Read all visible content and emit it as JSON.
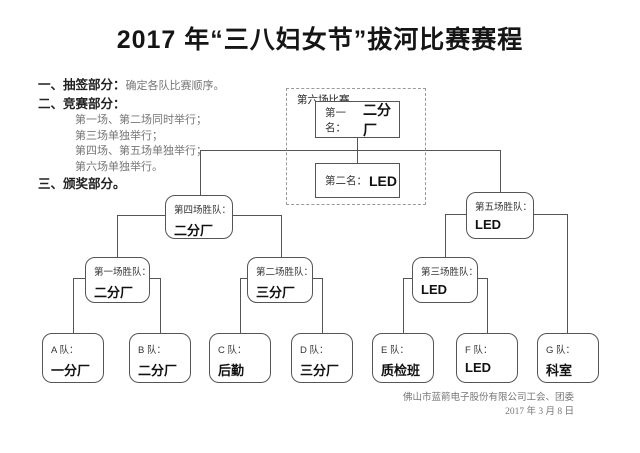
{
  "title": "2017 年“三八妇女节”拔河比赛赛程",
  "notes": {
    "item1_head": "一、抽签部分：",
    "item1_desc": "确定各队比赛顺序。",
    "item2_head": "二、竞赛部分：",
    "item2_lines": [
      "第一场、第二场同时举行；",
      "第三场单独举行；",
      "第四场、第五场单独举行；",
      "第六场单独举行。"
    ],
    "item3_head": "三、颁奖部分。"
  },
  "bracket": {
    "final": {
      "box_label": "第六场比赛",
      "first": {
        "label": "第一名：",
        "team": "二分厂"
      },
      "second": {
        "label": "第二名：",
        "team": "LED"
      }
    },
    "semifinals": [
      {
        "label": "第四场胜队：",
        "team": "二分厂"
      },
      {
        "label": "第五场胜队：",
        "team": "LED"
      }
    ],
    "quarterfinals": [
      {
        "label": "第一场胜队：",
        "team": "二分厂"
      },
      {
        "label": "第二场胜队：",
        "team": "三分厂"
      },
      {
        "label": "第三场胜队：",
        "team": "LED"
      }
    ],
    "teams": [
      {
        "label": "A 队：",
        "name": "一分厂"
      },
      {
        "label": "B 队：",
        "name": "二分厂"
      },
      {
        "label": "C 队：",
        "name": "后勤"
      },
      {
        "label": "D 队：",
        "name": "三分厂"
      },
      {
        "label": "E 队：",
        "name": "质检班"
      },
      {
        "label": "F 队：",
        "name": "LED"
      },
      {
        "label": "G 队：",
        "name": "科室"
      }
    ]
  },
  "footer": {
    "organizer": "佛山市蓝箭电子股份有限公司工会、团委",
    "date": "2017 年 3 月 8 日"
  }
}
